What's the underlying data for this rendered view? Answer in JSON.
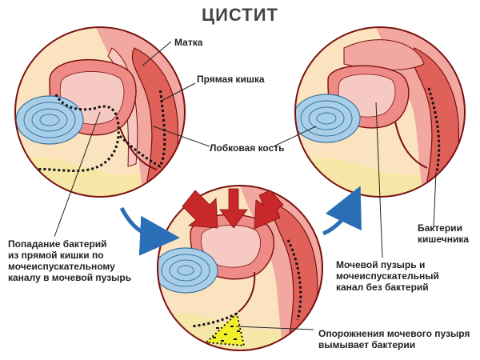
{
  "title": "ЦИСТИТ",
  "labels": {
    "uterus": "Матка",
    "rectum": "Прямая кишка",
    "pubic_bone": "Лобковая кость",
    "bacteria_entry_1": "Попадание бактерий",
    "bacteria_entry_2": "из прямой кишки по",
    "bacteria_entry_3": "мочеиспускательному",
    "bacteria_entry_4": "каналу в мочевой пузырь",
    "gut_bacteria_1": "Бактерии",
    "gut_bacteria_2": "кишечника",
    "clean_1": "Мочевой пузырь и",
    "clean_2": "мочеиспускательный",
    "clean_3": "канал без бактерий",
    "emptying_1": "Опорожнения мочевого пузыря",
    "emptying_2": "вымывает бактерии"
  },
  "colors": {
    "outline": "#7a1010",
    "tissue_pink": "#f2a7a0",
    "tissue_red": "#e0605a",
    "fat_yellow": "#f8e9a8",
    "bone_blue": "#a9cfe8",
    "arrow_blue": "#2a6fb5",
    "arrow_red": "#c9282a",
    "bacteria_yellow": "#f2ef2a"
  }
}
